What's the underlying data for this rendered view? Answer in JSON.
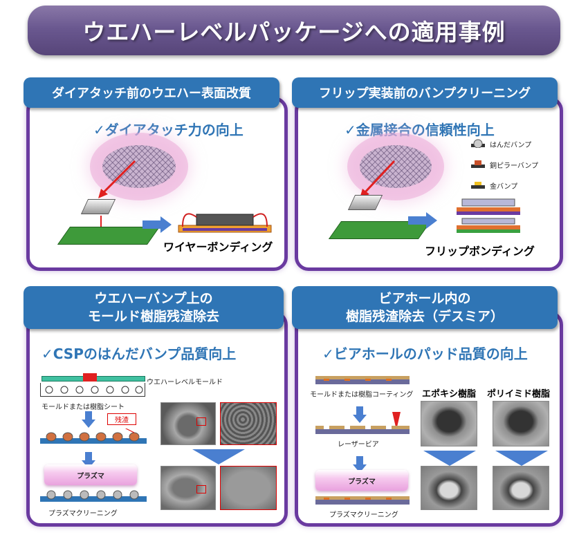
{
  "title": "ウエハーレベルパッケージへの適用事例",
  "panels": [
    {
      "tab": [
        "ダイアタッチ前のウエハー表面改質"
      ],
      "subhead": "✓ダイアタッチ力の向上",
      "result_label": "ワイヤーボンディング"
    },
    {
      "tab": [
        "フリップ実装前のバンプクリーニング"
      ],
      "subhead": "✓金属接合の信頼性向上",
      "legend": [
        "はんだバンプ",
        "銅ピラーバンプ",
        "金バンプ"
      ],
      "result_label": "フリップボンディング"
    },
    {
      "tab": [
        "ウエハーバンプ上の",
        "モールド樹脂残渣除去"
      ],
      "subhead": "✓CSPのはんだバンプ品質向上",
      "mold_label": "ウエハーレベルモールド",
      "sheet_label": "モールドまたは樹脂シート",
      "residue_label": "残渣",
      "plasma_label": "プラズマ",
      "cleaning_label": "プラズマクリーニング"
    },
    {
      "tab": [
        "ビアホール内の",
        "樹脂残渣除去（デスミア）"
      ],
      "subhead": "✓ビアホールのパッド品質の向上",
      "coating_label": "モールドまたは樹脂コーティング",
      "laser_label": "レーザービア",
      "plasma_label": "プラズマ",
      "cleaning_label": "プラズマクリーニング",
      "col1": "エポキシ樹脂",
      "col2": "ポリイミド樹脂"
    }
  ],
  "colors": {
    "banner": "#6a5890",
    "tab": "#2f75b5",
    "panel_border": "#6a3aa0",
    "subhead": "#2f75b5",
    "arrow": "#4a7fd0",
    "red": "#e02020"
  }
}
